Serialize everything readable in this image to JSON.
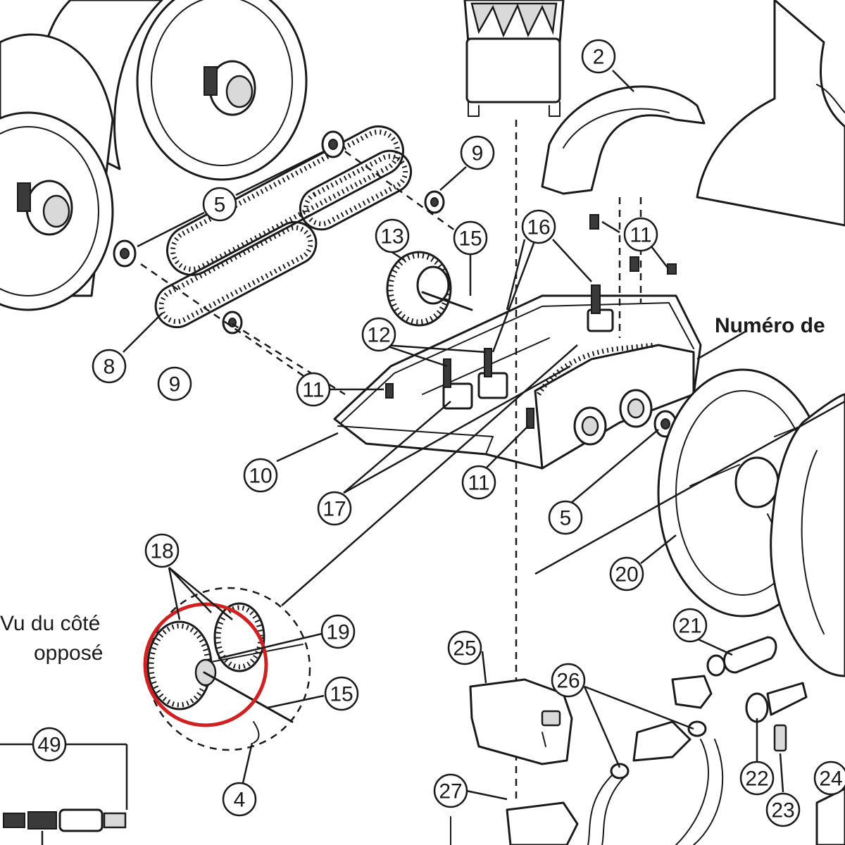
{
  "diagram": {
    "labels": {
      "numero_de": "Numéro de",
      "vu_du_cote_line1": "Vu du côté",
      "vu_du_cote_line2": "opposé"
    },
    "callouts": {
      "c2": "2",
      "c9a": "9",
      "c5a": "5",
      "c13": "13",
      "c15a": "15",
      "c16": "16",
      "c11a": "11",
      "c8": "8",
      "c9b": "9",
      "c12": "12",
      "c11b": "11",
      "c10": "10",
      "c17": "17",
      "c11c": "11",
      "c5b": "5",
      "c20": "20",
      "c18": "18",
      "c19": "19",
      "c15b": "15",
      "c4": "4",
      "c49": "49",
      "c25": "25",
      "c26": "26",
      "c21": "21",
      "c22": "22",
      "c23": "23",
      "c24": "24",
      "c27": "27"
    },
    "highlight_color": "#d21f1f"
  }
}
